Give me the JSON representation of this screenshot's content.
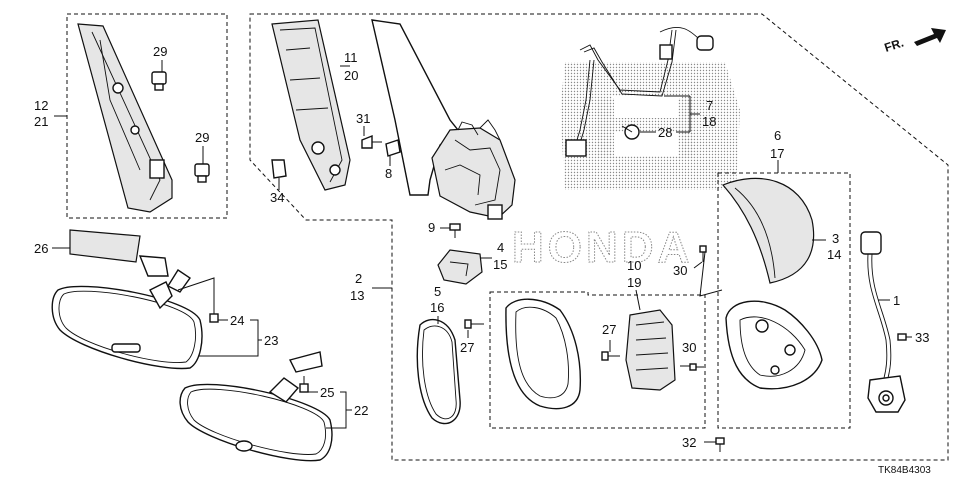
{
  "callouts": {
    "c12_21": [
      "12",
      "21"
    ],
    "c29a": "29",
    "c29b": "29",
    "c11_20": [
      "11",
      "20"
    ],
    "c31": "31",
    "c8": "8",
    "c34": "34",
    "c7_18": [
      "7",
      "18"
    ],
    "c28": "28",
    "c6_17": [
      "6",
      "17"
    ],
    "c3_14": [
      "3",
      "14"
    ],
    "c9": "9",
    "c4_15": [
      "4",
      "15"
    ],
    "c2_13": [
      "2",
      "13"
    ],
    "c26": "26",
    "c24": "24",
    "c23": "23",
    "c25": "25",
    "c22": "22",
    "c5_16": [
      "5",
      "16"
    ],
    "c27a": "27",
    "c10_19": [
      "10",
      "19"
    ],
    "c30a": "30",
    "c27b": "27",
    "c30b": "30",
    "c1": "1",
    "c33": "33",
    "c32": "32"
  },
  "direction_label": "FR.",
  "diagram_code": "TK84B4303",
  "watermark_text": "HONDA"
}
